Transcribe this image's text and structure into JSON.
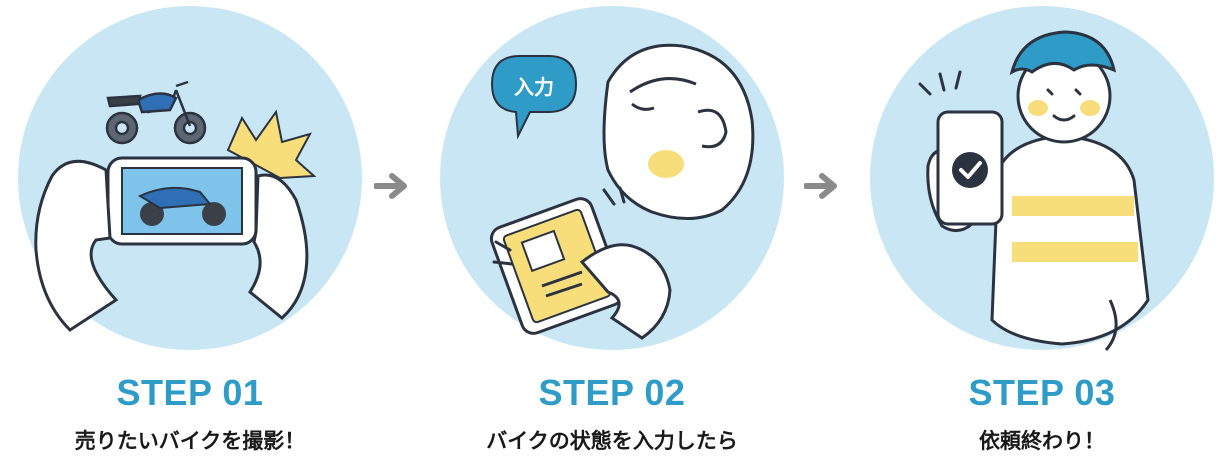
{
  "steps": [
    {
      "label": "STEP 01",
      "desc": "売りたいバイクを撮影！"
    },
    {
      "label": "STEP 02",
      "desc": "バイクの状態を入力したら",
      "bubble": "入力"
    },
    {
      "label": "STEP 03",
      "desc": "依頼終わり！"
    }
  ],
  "icons": {
    "arrow": "arrow-right-icon",
    "check": "checkmark-icon"
  },
  "colors": {
    "circle": "#c9e6f5",
    "accent_blue": "#2f9cc8",
    "yellow": "#f7de7a",
    "line": "#2b3340",
    "arrow": "#8a8a8a"
  }
}
